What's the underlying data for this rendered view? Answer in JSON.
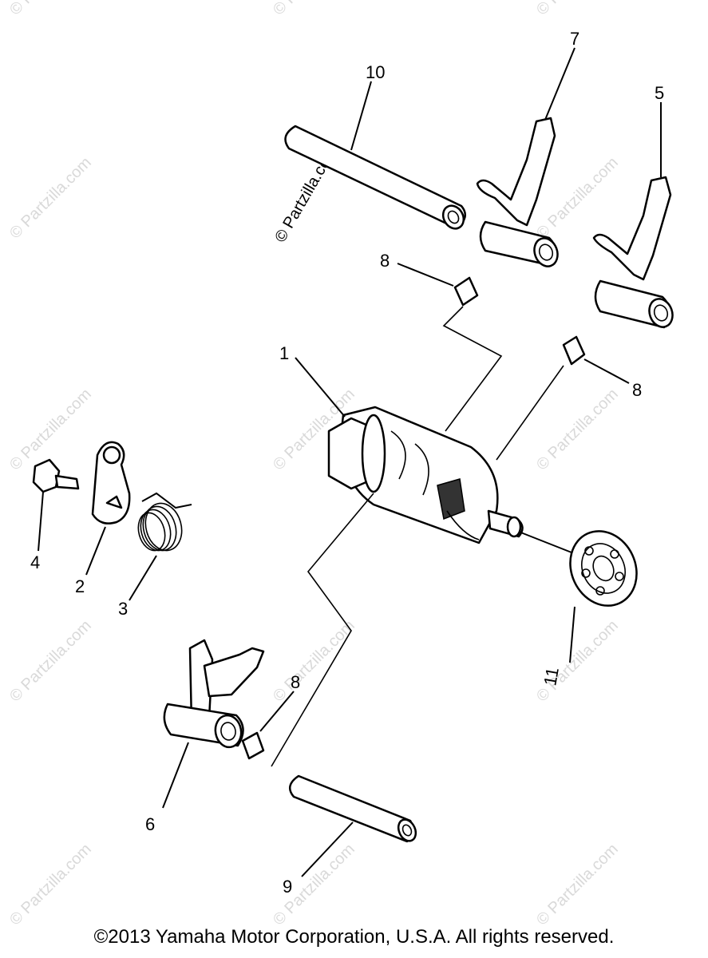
{
  "diagram": {
    "callouts": {
      "p1": "1",
      "p2": "2",
      "p3": "3",
      "p4": "4",
      "p5": "5",
      "p6": "6",
      "p7": "7",
      "p8a": "8",
      "p8b": "8",
      "p8c": "8",
      "p9": "9",
      "p10": "10",
      "p11": "11"
    },
    "parts": [
      "shift-drum",
      "stopper-lever",
      "torsion-spring",
      "bolt",
      "shift-fork-5",
      "shift-fork-6",
      "shift-fork-7",
      "guide-pin",
      "fork-guide-bar-9",
      "fork-guide-bar-10",
      "bearing"
    ]
  },
  "watermark": {
    "text": "© Partzilla.com"
  },
  "footer": {
    "copyright": "©2013 Yamaha Motor Corporation, U.S.A. All rights reserved."
  }
}
